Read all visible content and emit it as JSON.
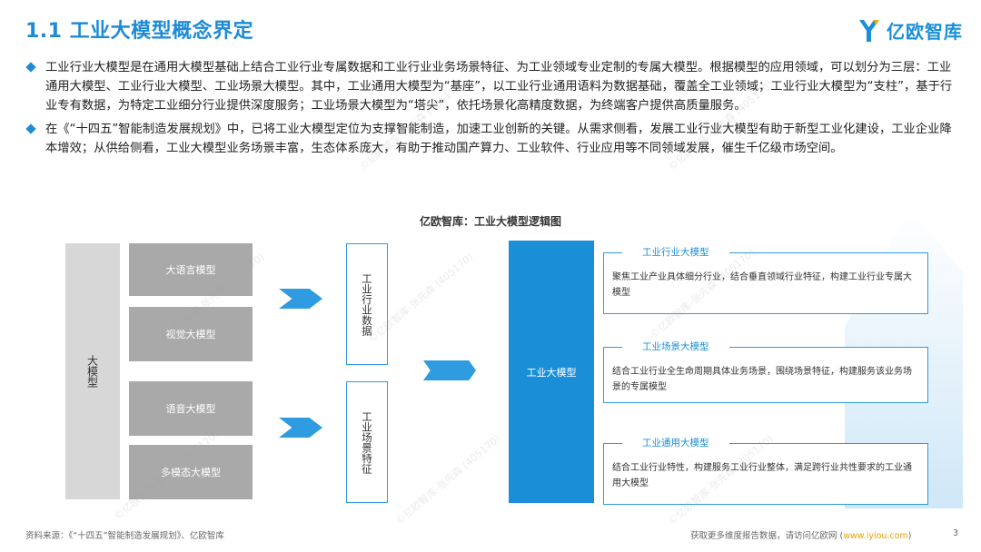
{
  "header": {
    "title": "1.1 工业大模型概念界定",
    "logo_text": "亿欧智库"
  },
  "bullets": [
    "工业行业大模型是在通用大模型基础上结合工业行业专属数据和工业行业业务场景特征、为工业领域专业定制的专属大模型。根据模型的应用领域，可以划分为三层：工业通用大模型、工业行业大模型、工业场景大模型。其中，工业通用大模型为“基座”，以工业行业通用语料为数据基础，覆盖全工业领域；工业行业大模型为“支柱”，基于行业专有数据，为特定工业细分行业提供深度服务；工业场景大模型为“塔尖”，依托场景化高精度数据，为终端客户提供高质量服务。",
    "在《“十四五”智能制造发展规划》中，已将工业大模型定位为支撑智能制造，加速工业创新的关键。从需求侧看，发展工业行业大模型有助于新型工业化建设，工业企业降本增效；从供给侧看，工业大模型业务场景丰富，生态体系庞大，有助于推动国产算力、工业软件、行业应用等不同领域发展，催生千亿级市场空间。"
  ],
  "diagram": {
    "title": "亿欧智库：工业大模型逻辑图",
    "big_model_label": "大模型",
    "model_types": [
      "大语言模型",
      "视觉大模型",
      "语音大模型",
      "多模态大模型"
    ],
    "inputs": [
      "工业行业数据",
      "工业场景特征"
    ],
    "core_label": "工业大模型",
    "layers": [
      {
        "title": "工业行业大模型",
        "text": "聚焦工业产业具体细分行业，结合垂直领域行业特征，构建工业行业专属大模型"
      },
      {
        "title": "工业场景大模型",
        "text": "结合工业行业全生命周期具体业务场景，围绕场景特征，构建服务该业务场景的专属模型"
      },
      {
        "title": "工业通用大模型",
        "text": "结合工业行业特性，构建服务工业行业整体，满足跨行业共性要求的工业通用大模型"
      }
    ],
    "accent_color": "#1a8fd8"
  },
  "watermark": "©亿欧智库-张先森 (405170)",
  "footer": {
    "source": "资料来源：《“十四五”智能制造发展规划》、亿欧智库",
    "more_prefix": "获取更多维度报告数据，请访问亿欧网 (",
    "more_link": "www.iyiou.com",
    "more_suffix": ")",
    "page_number": "3"
  }
}
